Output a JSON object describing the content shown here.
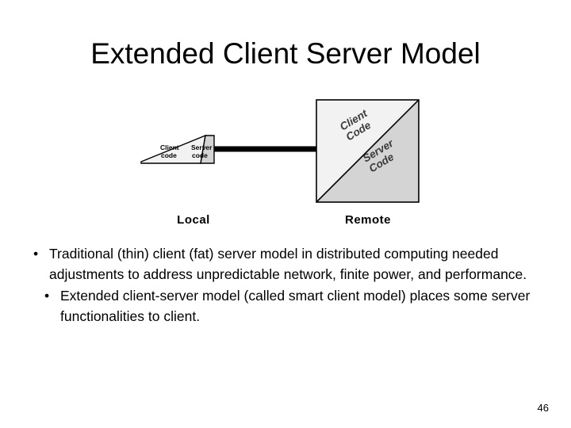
{
  "slide": {
    "title": "Extended Client Server Model",
    "page_number": "46"
  },
  "diagram": {
    "local": {
      "caption": "Local",
      "client_label_line1": "Client",
      "client_label_line2": "code",
      "server_label_line1": "Server",
      "server_label_line2": "code"
    },
    "remote": {
      "caption": "Remote",
      "client_label_line1": "Client",
      "client_label_line2": "Code",
      "server_label_line1": "Server",
      "server_label_line2": "Code"
    },
    "colors": {
      "client_fill": "#f2f2f2",
      "server_fill": "#d4d4d4",
      "outline": "#000000",
      "link_line": "#000000"
    }
  },
  "body": {
    "bullet_glyph": "•",
    "bullets": [
      "Traditional (thin) client (fat) server model in distributed computing needed adjustments to address unpredictable network, finite power, and performance.",
      "Extended client-server model (called smart client model) places some server functionalities to client."
    ]
  }
}
